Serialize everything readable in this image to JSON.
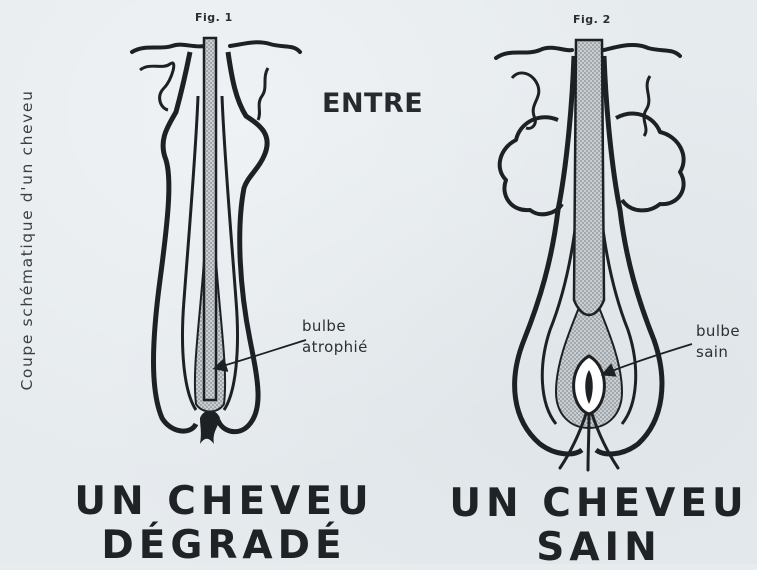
{
  "caption": "Coupe schématique d'un cheveu",
  "middle_word": "ENTRE",
  "figures": [
    {
      "label": "Fig. 1",
      "annotation_lines": [
        "bulbe",
        "atrophié"
      ],
      "headline_lines": [
        "UN CHEVEU",
        "DÉGRADÉ"
      ]
    },
    {
      "label": "Fig. 2",
      "annotation_lines": [
        "bulbe",
        "sain"
      ],
      "headline_lines": [
        "UN CHEVEU",
        "SAIN"
      ]
    }
  ],
  "colors": {
    "paper": "#e6ebee",
    "ink": "#1e2124",
    "stipple": "#9aa0a6"
  }
}
